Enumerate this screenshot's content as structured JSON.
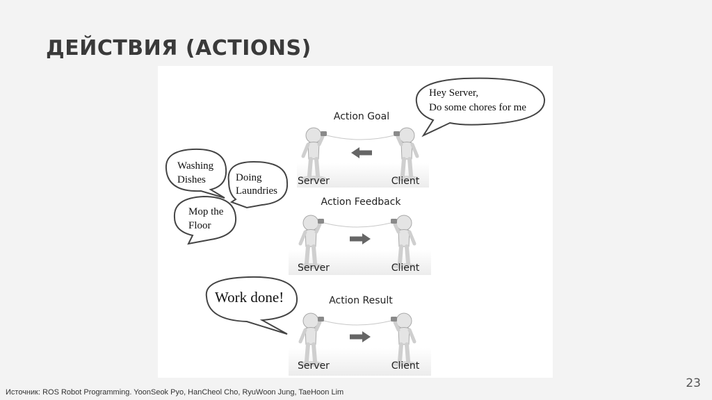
{
  "slide": {
    "title": "ДЕЙСТВИЯ (ACTIONS)",
    "source": "Источник: ROS Robot Programming.  YoonSeok Pyo, HanCheol Cho, RyuWoon Jung, TaeHoon Lim",
    "page_number": "23"
  },
  "diagram": {
    "panels": [
      {
        "title": "Action Goal",
        "left_label": "Server",
        "right_label": "Client",
        "arrow": "left"
      },
      {
        "title": "Action Feedback",
        "left_label": "Server",
        "right_label": "Client",
        "arrow": "right"
      },
      {
        "title": "Action Result",
        "left_label": "Server",
        "right_label": "Client",
        "arrow": "right"
      }
    ],
    "bubbles": {
      "client_request": [
        "Hey Server,",
        "Do some chores for me"
      ],
      "washing": [
        "Washing",
        "Dishes"
      ],
      "laundries": [
        "Doing",
        "Laundries"
      ],
      "mop": [
        "Mop the",
        "Floor"
      ],
      "done": [
        "Work done!"
      ]
    }
  }
}
